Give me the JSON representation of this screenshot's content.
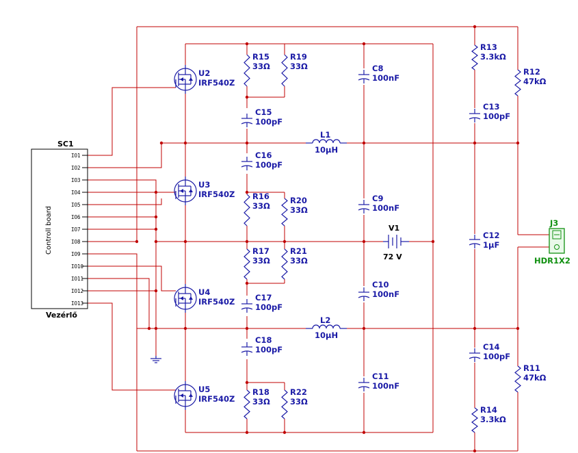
{
  "controller": {
    "ref": "SC1",
    "name": "Vezérlő",
    "inner_label": "Controll board",
    "pins": [
      "IO1",
      "IO2",
      "IO3",
      "IO4",
      "IO5",
      "IO6",
      "IO7",
      "IO8",
      "IO9",
      "IO10",
      "IO11",
      "IO12",
      "IO13"
    ]
  },
  "mosfets": [
    {
      "ref": "U2",
      "value": "IRF540Z"
    },
    {
      "ref": "U3",
      "value": "IRF540Z"
    },
    {
      "ref": "U4",
      "value": "IRF540Z"
    },
    {
      "ref": "U5",
      "value": "IRF540Z"
    }
  ],
  "resistors": {
    "R15": {
      "ref": "R15",
      "value": "33Ω"
    },
    "R19": {
      "ref": "R19",
      "value": "33Ω"
    },
    "R16": {
      "ref": "R16",
      "value": "33Ω"
    },
    "R20": {
      "ref": "R20",
      "value": "33Ω"
    },
    "R17": {
      "ref": "R17",
      "value": "33Ω"
    },
    "R21": {
      "ref": "R21",
      "value": "33Ω"
    },
    "R18": {
      "ref": "R18",
      "value": "33Ω"
    },
    "R22": {
      "ref": "R22",
      "value": "33Ω"
    },
    "R13": {
      "ref": "R13",
      "value": "3.3kΩ"
    },
    "R14": {
      "ref": "R14",
      "value": "3.3kΩ"
    },
    "R12": {
      "ref": "R12",
      "value": "47kΩ"
    },
    "R11": {
      "ref": "R11",
      "value": "47kΩ"
    }
  },
  "capacitors": {
    "C15": {
      "ref": "C15",
      "value": "100pF"
    },
    "C16": {
      "ref": "C16",
      "value": "100pF"
    },
    "C17": {
      "ref": "C17",
      "value": "100pF"
    },
    "C18": {
      "ref": "C18",
      "value": "100pF"
    },
    "C8": {
      "ref": "C8",
      "value": "100nF"
    },
    "C9": {
      "ref": "C9",
      "value": "100nF"
    },
    "C10": {
      "ref": "C10",
      "value": "100nF"
    },
    "C11": {
      "ref": "C11",
      "value": "100nF"
    },
    "C13": {
      "ref": "C13",
      "value": "100pF"
    },
    "C12": {
      "ref": "C12",
      "value": "1µF"
    },
    "C14": {
      "ref": "C14",
      "value": "100pF"
    }
  },
  "inductors": {
    "L1": {
      "ref": "L1",
      "value": "10µH"
    },
    "L2": {
      "ref": "L2",
      "value": "10µH"
    }
  },
  "source": {
    "ref": "V1",
    "value": "72 V"
  },
  "connector": {
    "ref": "J3",
    "value": "HDR1X2"
  },
  "colors": {
    "wire": "#c00000",
    "component": "#1a1aa6",
    "connector": "#109010",
    "label_black": "#000000"
  }
}
